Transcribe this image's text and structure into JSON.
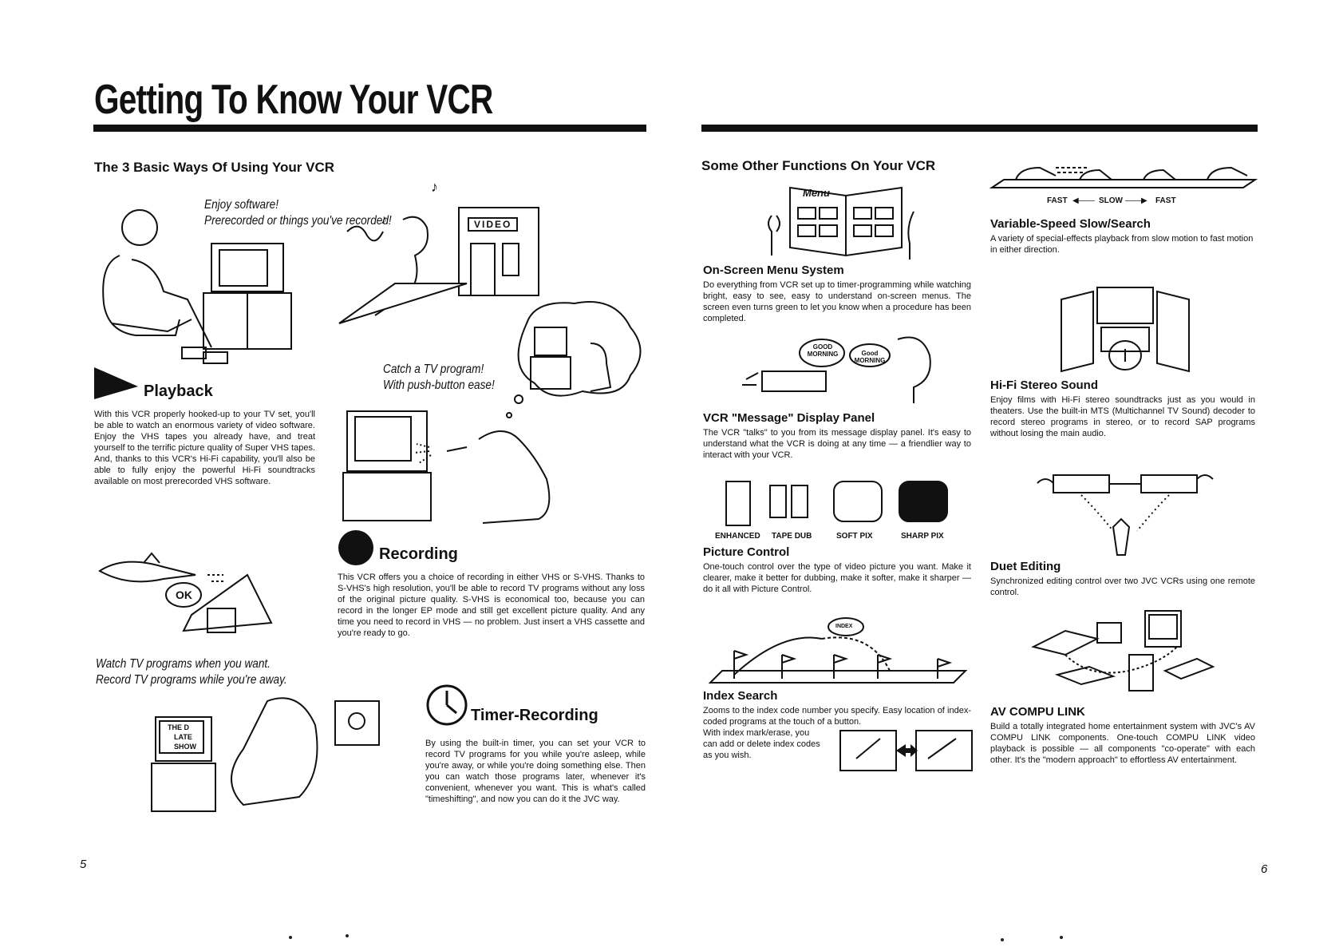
{
  "title": "Getting To Know Your VCR",
  "left": {
    "heading": "The 3 Basic Ways Of Using Your VCR",
    "enjoy_caption": [
      "Enjoy software!",
      "Prerecorded or things you've recorded!"
    ],
    "video_sign": "VIDEO",
    "catch_caption": [
      "Catch a TV program!",
      "With push-button ease!"
    ],
    "playback": {
      "heading": "Playback",
      "body": "With this VCR properly hooked-up to your TV set, you'll be able to watch an enormous variety of video software. Enjoy the VHS tapes you already have, and treat yourself to the terrific picture quality of Super VHS tapes. And, thanks to this VCR's Hi-Fi capability, you'll also be able to fully enjoy the powerful Hi-Fi soundtracks available on most prerecorded VHS software."
    },
    "recording": {
      "heading": "Recording",
      "body": "This VCR offers you a choice of recording in either VHS or S-VHS. Thanks to S-VHS's high resolution, you'll be able to record TV programs without any loss of the original picture quality. S-VHS is economical too, because you can record in the longer EP mode and still get excellent picture quality. And any time you need to record in VHS — no problem. Just insert a VHS cassette and you're ready to go."
    },
    "ok_bubble": "OK",
    "watch_caption": [
      "Watch TV programs when you want.",
      "Record TV programs while you're away."
    ],
    "tv_screen_text": [
      "THE D",
      "LATE",
      "SHOW"
    ],
    "timer": {
      "heading": "Timer-Recording",
      "body": "By using the built-in timer, you can set your VCR to record TV programs for you while you're asleep, while you're away, or while you're doing something else. Then you can watch those programs later, whenever it's convenient, whenever you want. This is what's called \"timeshifting\", and now you can do it the JVC way."
    },
    "page_number": "5"
  },
  "right": {
    "heading": "Some Other Functions On Your VCR",
    "menu_card_word": "Menu",
    "onscreen": {
      "heading": "On-Screen Menu System",
      "body": "Do everything from VCR set up to timer-programming while watching bright, easy to see, easy to understand on-screen menus. The screen even turns green to let you know when a procedure has been completed."
    },
    "message_bubbles": [
      "GOOD MORNING",
      "Good MORNING"
    ],
    "message": {
      "heading": "VCR \"Message\" Display Panel",
      "body": "The VCR \"talks\" to you from its message display panel. It's easy to understand what the VCR is doing at any time — a friendlier way to interact with your VCR."
    },
    "picture_modes": [
      "ENHANCED",
      "TAPE DUB",
      "SOFT PIX",
      "SHARP PIX"
    ],
    "picture": {
      "heading": "Picture Control",
      "body": "One-touch control over the type of video picture you want. Make it clearer, make it better for dubbing, make it softer, make it sharper — do it all with Picture Control."
    },
    "index_bubble": "INDEX",
    "index": {
      "heading": "Index Search",
      "body1": "Zooms to the index code number you specify. Easy location of index-coded programs at the touch of a button.",
      "body2": "With index mark/erase, you can add or delete index codes as you wish."
    },
    "speed_labels": [
      "FAST",
      "SLOW",
      "FAST"
    ],
    "varspeed": {
      "heading": "Variable-Speed Slow/Search",
      "body": "A variety of special-effects playback from slow motion to fast motion in either direction."
    },
    "hifi": {
      "heading": "Hi-Fi Stereo Sound",
      "body": "Enjoy films with Hi-Fi stereo soundtracks just as you would in theaters. Use the built-in MTS (Multichannel TV Sound) decoder to record stereo programs in stereo, or to record SAP programs without losing the main audio."
    },
    "duet": {
      "heading": "Duet Editing",
      "body": "Synchronized editing control over two JVC VCRs using one remote control."
    },
    "avcompu": {
      "heading": "AV COMPU LINK",
      "body": "Build a totally integrated home entertainment system with JVC's AV COMPU LINK components. One-touch COMPU LINK video playback is possible — all components \"co-operate\" with each other. It's the \"modern approach\" to effortless AV entertainment."
    },
    "page_number": "6"
  }
}
